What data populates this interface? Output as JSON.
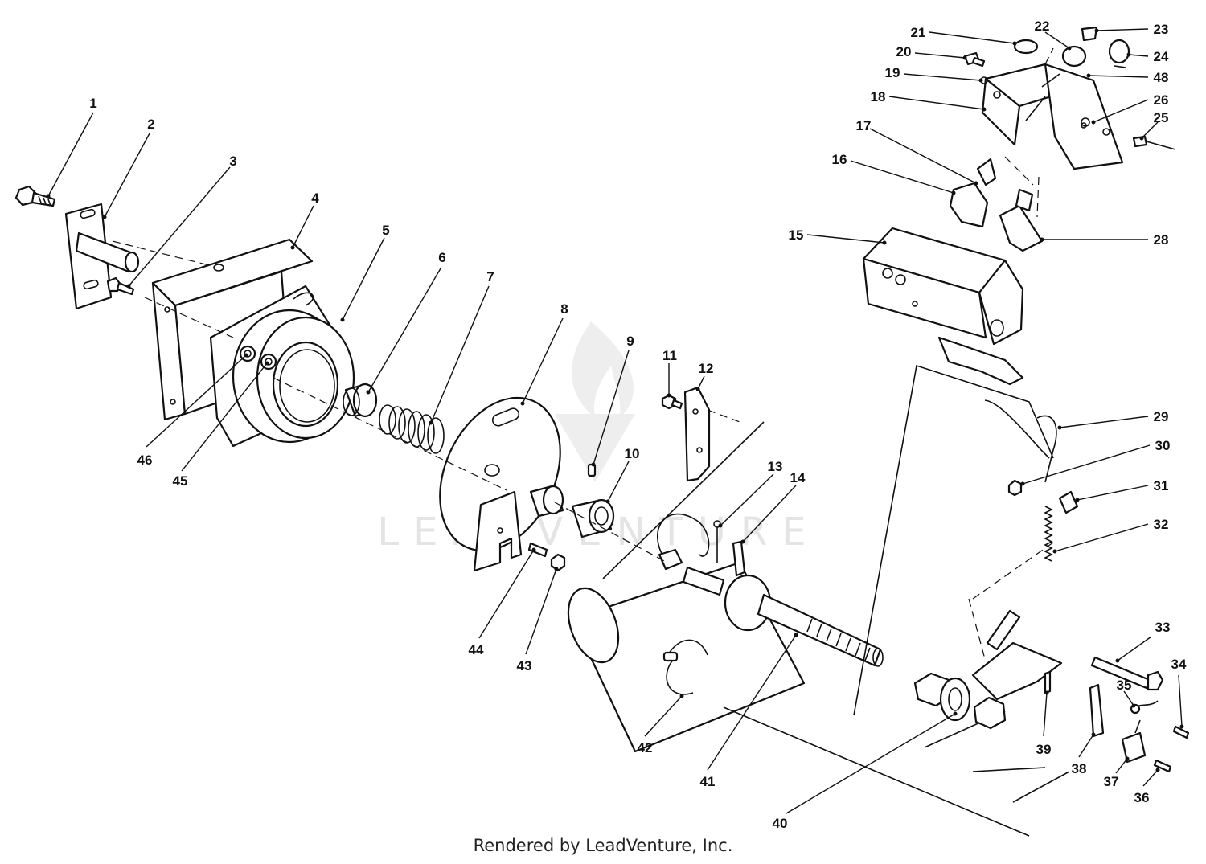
{
  "watermark": {
    "text": "LEADVENTURE"
  },
  "footer": {
    "text": "Rendered by LeadVenture, Inc."
  },
  "callouts": [
    {
      "id": "1",
      "label": "1"
    },
    {
      "id": "2",
      "label": "2"
    },
    {
      "id": "3",
      "label": "3"
    },
    {
      "id": "4",
      "label": "4"
    },
    {
      "id": "5",
      "label": "5"
    },
    {
      "id": "6",
      "label": "6"
    },
    {
      "id": "7",
      "label": "7"
    },
    {
      "id": "8",
      "label": "8"
    },
    {
      "id": "9",
      "label": "9"
    },
    {
      "id": "10",
      "label": "10"
    },
    {
      "id": "11",
      "label": "11"
    },
    {
      "id": "12",
      "label": "12"
    },
    {
      "id": "13",
      "label": "13"
    },
    {
      "id": "14",
      "label": "14"
    },
    {
      "id": "15",
      "label": "15"
    },
    {
      "id": "16",
      "label": "16"
    },
    {
      "id": "17",
      "label": "17"
    },
    {
      "id": "18",
      "label": "18"
    },
    {
      "id": "19",
      "label": "19"
    },
    {
      "id": "20",
      "label": "20"
    },
    {
      "id": "21",
      "label": "21"
    },
    {
      "id": "22",
      "label": "22"
    },
    {
      "id": "23",
      "label": "23"
    },
    {
      "id": "24",
      "label": "24"
    },
    {
      "id": "25",
      "label": "25"
    },
    {
      "id": "26",
      "label": "26"
    },
    {
      "id": "28",
      "label": "28"
    },
    {
      "id": "29",
      "label": "29"
    },
    {
      "id": "30",
      "label": "30"
    },
    {
      "id": "31",
      "label": "31"
    },
    {
      "id": "32",
      "label": "32"
    },
    {
      "id": "33",
      "label": "33"
    },
    {
      "id": "34",
      "label": "34"
    },
    {
      "id": "35",
      "label": "35"
    },
    {
      "id": "36",
      "label": "36"
    },
    {
      "id": "37",
      "label": "37"
    },
    {
      "id": "38",
      "label": "38"
    },
    {
      "id": "39",
      "label": "39"
    },
    {
      "id": "40",
      "label": "40"
    },
    {
      "id": "41",
      "label": "41"
    },
    {
      "id": "42",
      "label": "42"
    },
    {
      "id": "43",
      "label": "43"
    },
    {
      "id": "44",
      "label": "44"
    },
    {
      "id": "45",
      "label": "45"
    },
    {
      "id": "46",
      "label": "46"
    },
    {
      "id": "48",
      "label": "48"
    }
  ]
}
